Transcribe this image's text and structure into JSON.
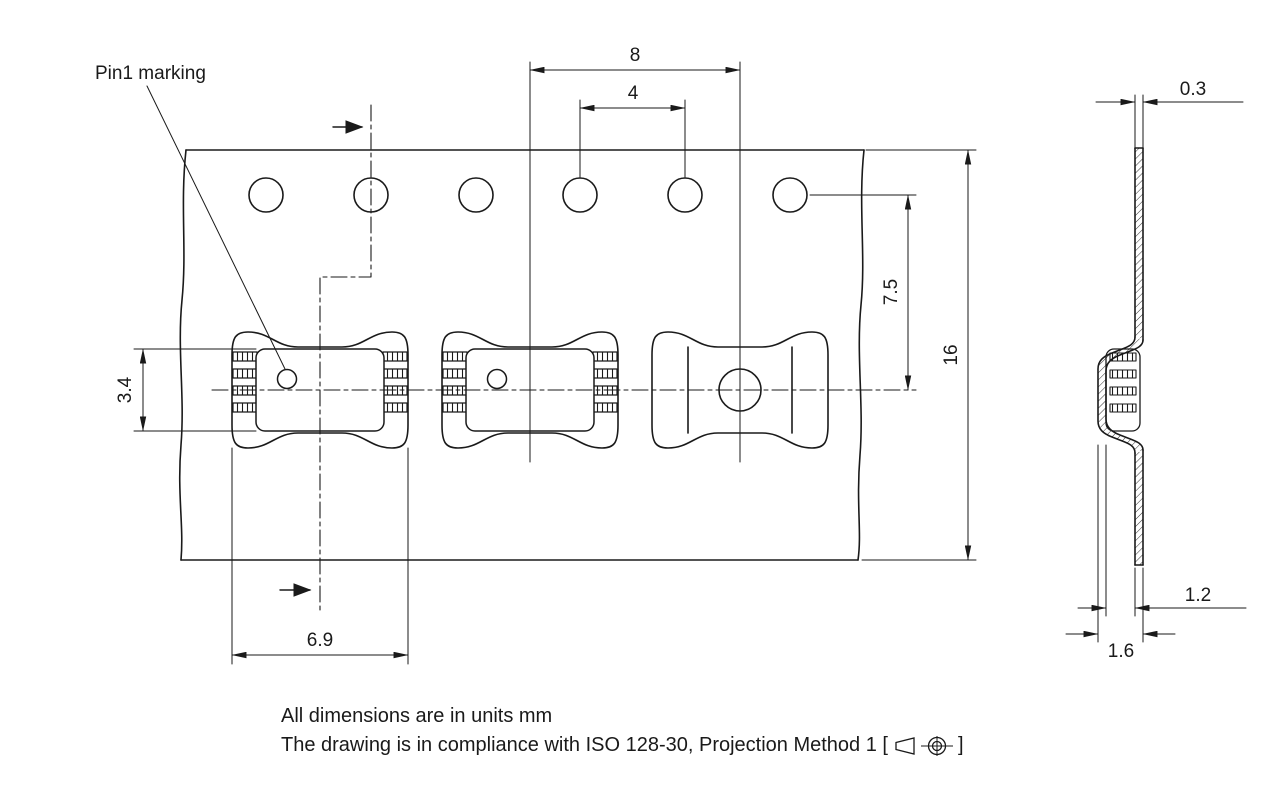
{
  "drawing": {
    "line_color": "#1a1a1a",
    "background": "#ffffff",
    "labels": {
      "pin1": "Pin1 marking"
    },
    "dims": {
      "pocket_pitch": "8",
      "sprocket_pitch": "4",
      "hole_to_center": "7.5",
      "tape_width": "16",
      "body_size": "3.4",
      "pocket_length": "6.9",
      "tape_thickness": "0.3",
      "inner_depth": "1.2",
      "total_depth": "1.6"
    },
    "notes": {
      "line1": "All dimensions are in units mm",
      "line2_prefix": "The drawing is in compliance with ISO 128-30, Projection Method 1 [",
      "line2_suffix": "]"
    }
  }
}
